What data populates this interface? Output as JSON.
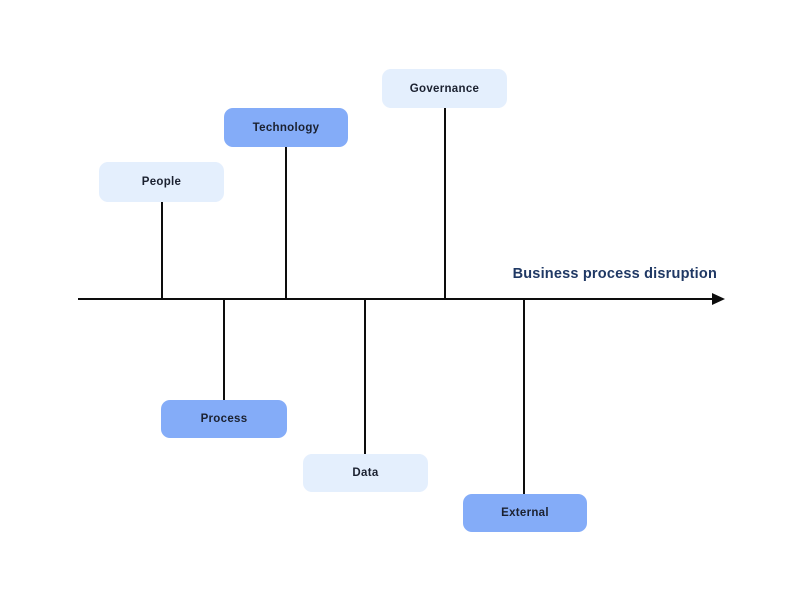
{
  "diagram": {
    "title": "Business process disruption",
    "branches": [
      {
        "label": "People",
        "side": "top",
        "style": "light"
      },
      {
        "label": "Technology",
        "side": "top",
        "style": "accent"
      },
      {
        "label": "Governance",
        "side": "top",
        "style": "light"
      },
      {
        "label": "Process",
        "side": "bottom",
        "style": "accent"
      },
      {
        "label": "Data",
        "side": "bottom",
        "style": "light"
      },
      {
        "label": "External",
        "side": "bottom",
        "style": "accent"
      }
    ],
    "colors": {
      "accent_box": "#84ACF8",
      "light_box": "#E4EFFD",
      "line": "#0D0D0D",
      "title_text": "#1F3864",
      "label_text": "#1B2130",
      "background": "#FFFFFF"
    }
  }
}
